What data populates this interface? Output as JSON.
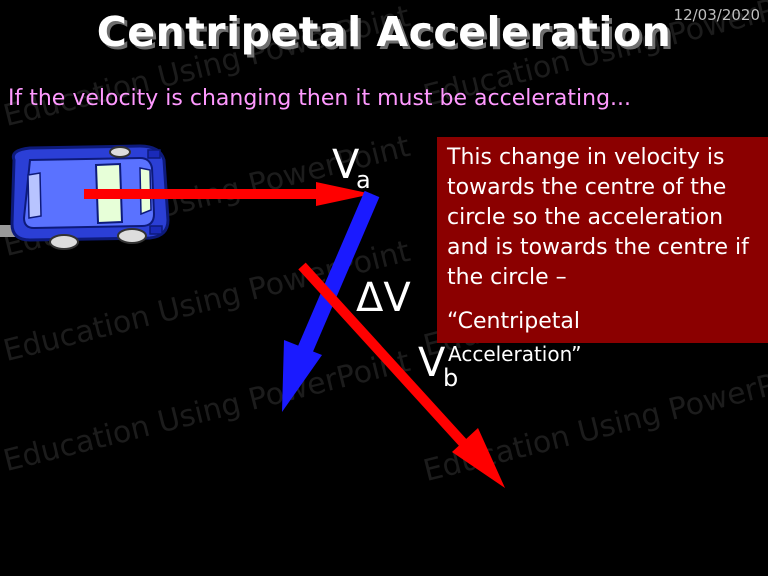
{
  "slide": {
    "title": "Centripetal Acceleration",
    "date": "12/03/2020",
    "subtitle": "If the velocity is changing then it must be accelerating...",
    "watermark": "Education Using PowerPoint",
    "labels": {
      "va_main": "V",
      "va_sub": "a",
      "vb_main": "V",
      "vb_sub": "b",
      "delta_v": "ΔV"
    },
    "infobox": {
      "text": "This change in velocity is towards the centre of the circle so the acceleration and is towards the centre if the circle –",
      "quote_line1": "“Centripetal",
      "quote_line2": "Acceleration”"
    },
    "colors": {
      "background": "#000000",
      "title": "#ffffff",
      "subtitle": "#ff99ff",
      "arrow_red": "#ff0000",
      "arrow_blue": "#1a1aff",
      "infobox": "#8b0000"
    },
    "icons": [
      "car-icon"
    ]
  }
}
